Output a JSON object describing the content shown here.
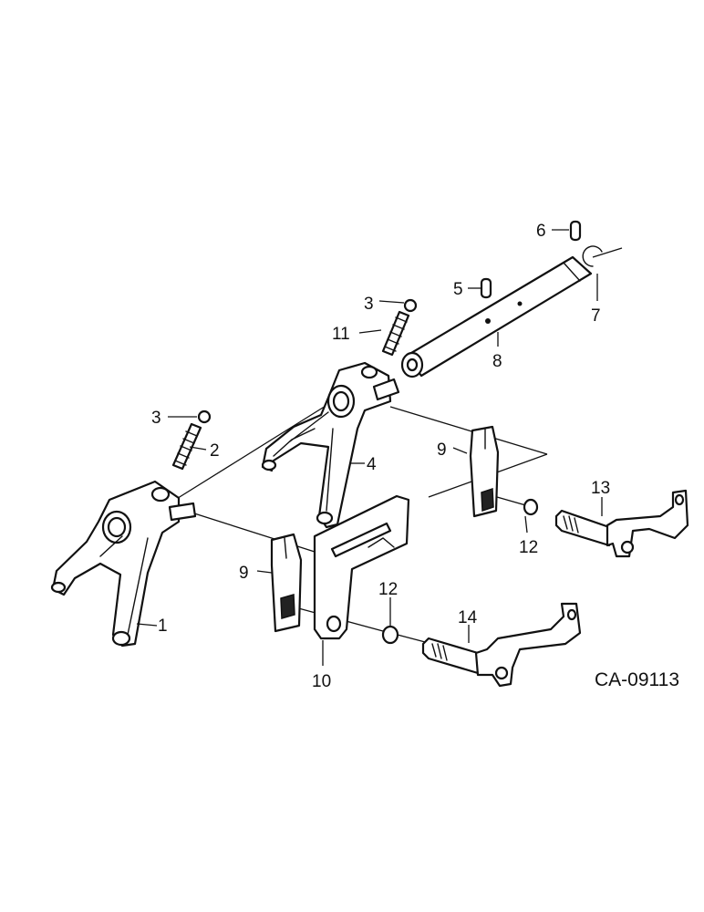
{
  "callouts": {
    "c1": "1",
    "c2": "2",
    "c3a": "3",
    "c3b": "3",
    "c4": "4",
    "c5": "5",
    "c6": "6",
    "c7": "7",
    "c8": "8",
    "c9a": "9",
    "c9b": "9",
    "c10": "10",
    "c11": "11",
    "c12a": "12",
    "c12b": "12",
    "c13": "13",
    "c14": "14"
  },
  "figure_code": "CA-09113"
}
